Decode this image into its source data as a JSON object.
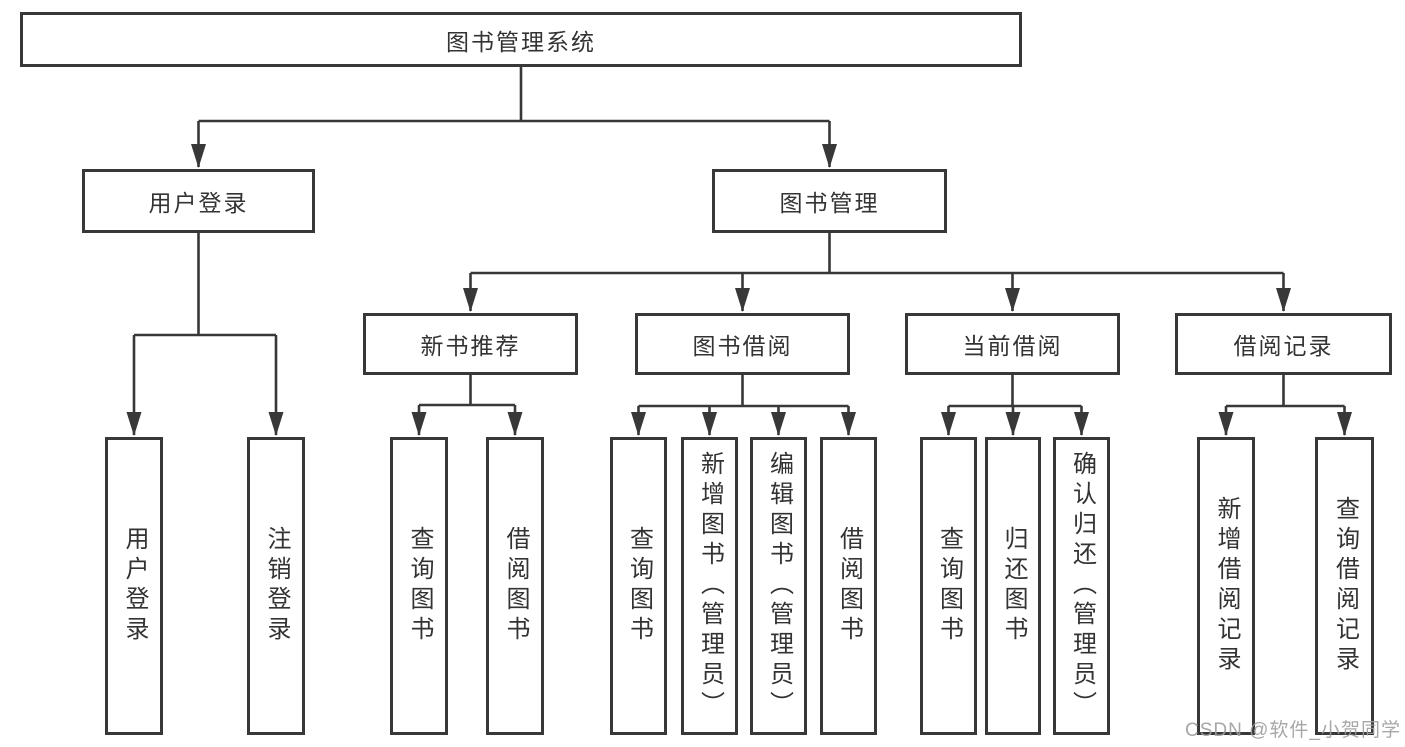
{
  "colors": {
    "line": "#383838",
    "text": "#333333",
    "watermark": "#9e9e9e",
    "background": "#ffffff"
  },
  "watermark": {
    "text": "CSDN @软件_小贺同学"
  },
  "nodes": {
    "root": {
      "label": "图书管理系统"
    },
    "user_login": {
      "label": "用户登录"
    },
    "book_mgmt": {
      "label": "图书管理"
    },
    "new_book_rec": {
      "label": "新书推荐"
    },
    "book_borrow": {
      "label": "图书借阅"
    },
    "current_borrow": {
      "label": "当前借阅"
    },
    "borrow_record": {
      "label": "借阅记录"
    },
    "user_login_leaf": {
      "label": "用户登录"
    },
    "logout_leaf": {
      "label": "注销登录"
    },
    "rec_query_book": {
      "label": "查询图书"
    },
    "rec_borrow_book": {
      "label": "借阅图书"
    },
    "bb_query_book": {
      "label": "查询图书"
    },
    "bb_add_book": {
      "label": "新增图书（管理员）"
    },
    "bb_edit_book": {
      "label": "编辑图书（管理员）"
    },
    "bb_borrow_book": {
      "label": "借阅图书"
    },
    "cb_query_book": {
      "label": "查询图书"
    },
    "cb_return_book": {
      "label": "归还图书"
    },
    "cb_confirm_return": {
      "label": "确认归还（管理员）"
    },
    "br_add_record": {
      "label": "新增借阅记录"
    },
    "br_query_record": {
      "label": "查询借阅记录"
    }
  }
}
